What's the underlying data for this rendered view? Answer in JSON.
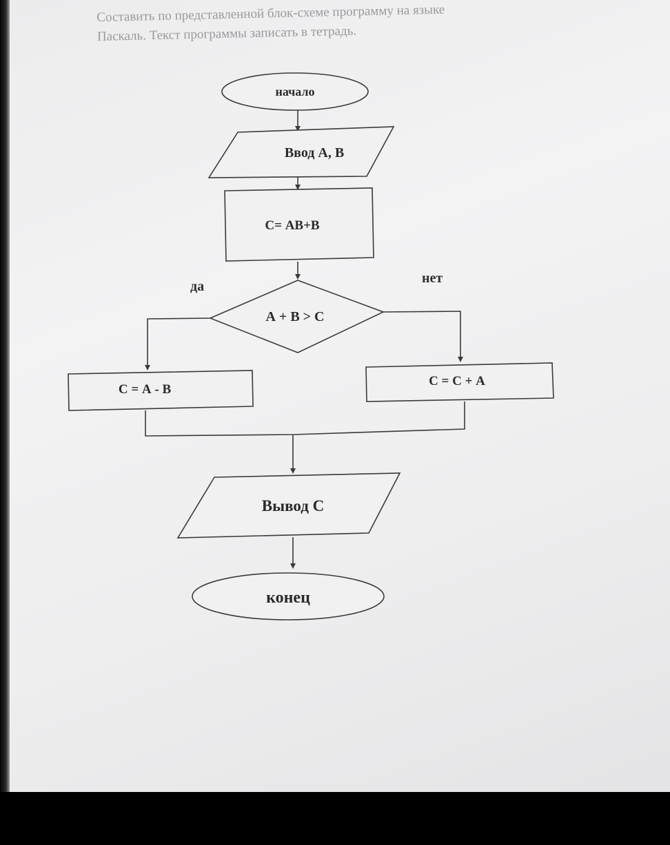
{
  "instructions": {
    "line1": "Составить по представленной блок-схеме программу на языке",
    "line2": "Паскаль. Текст программы записать в тетрадь."
  },
  "flowchart": {
    "start": "начало",
    "input": "Ввод  А, В",
    "process": "С= АВ+В",
    "decision": "А + В > С",
    "yes_label": "да",
    "no_label": "нет",
    "yes_branch": "С = А - В",
    "no_branch": "С = С + А",
    "output": "Вывод  С",
    "end": "конец"
  }
}
